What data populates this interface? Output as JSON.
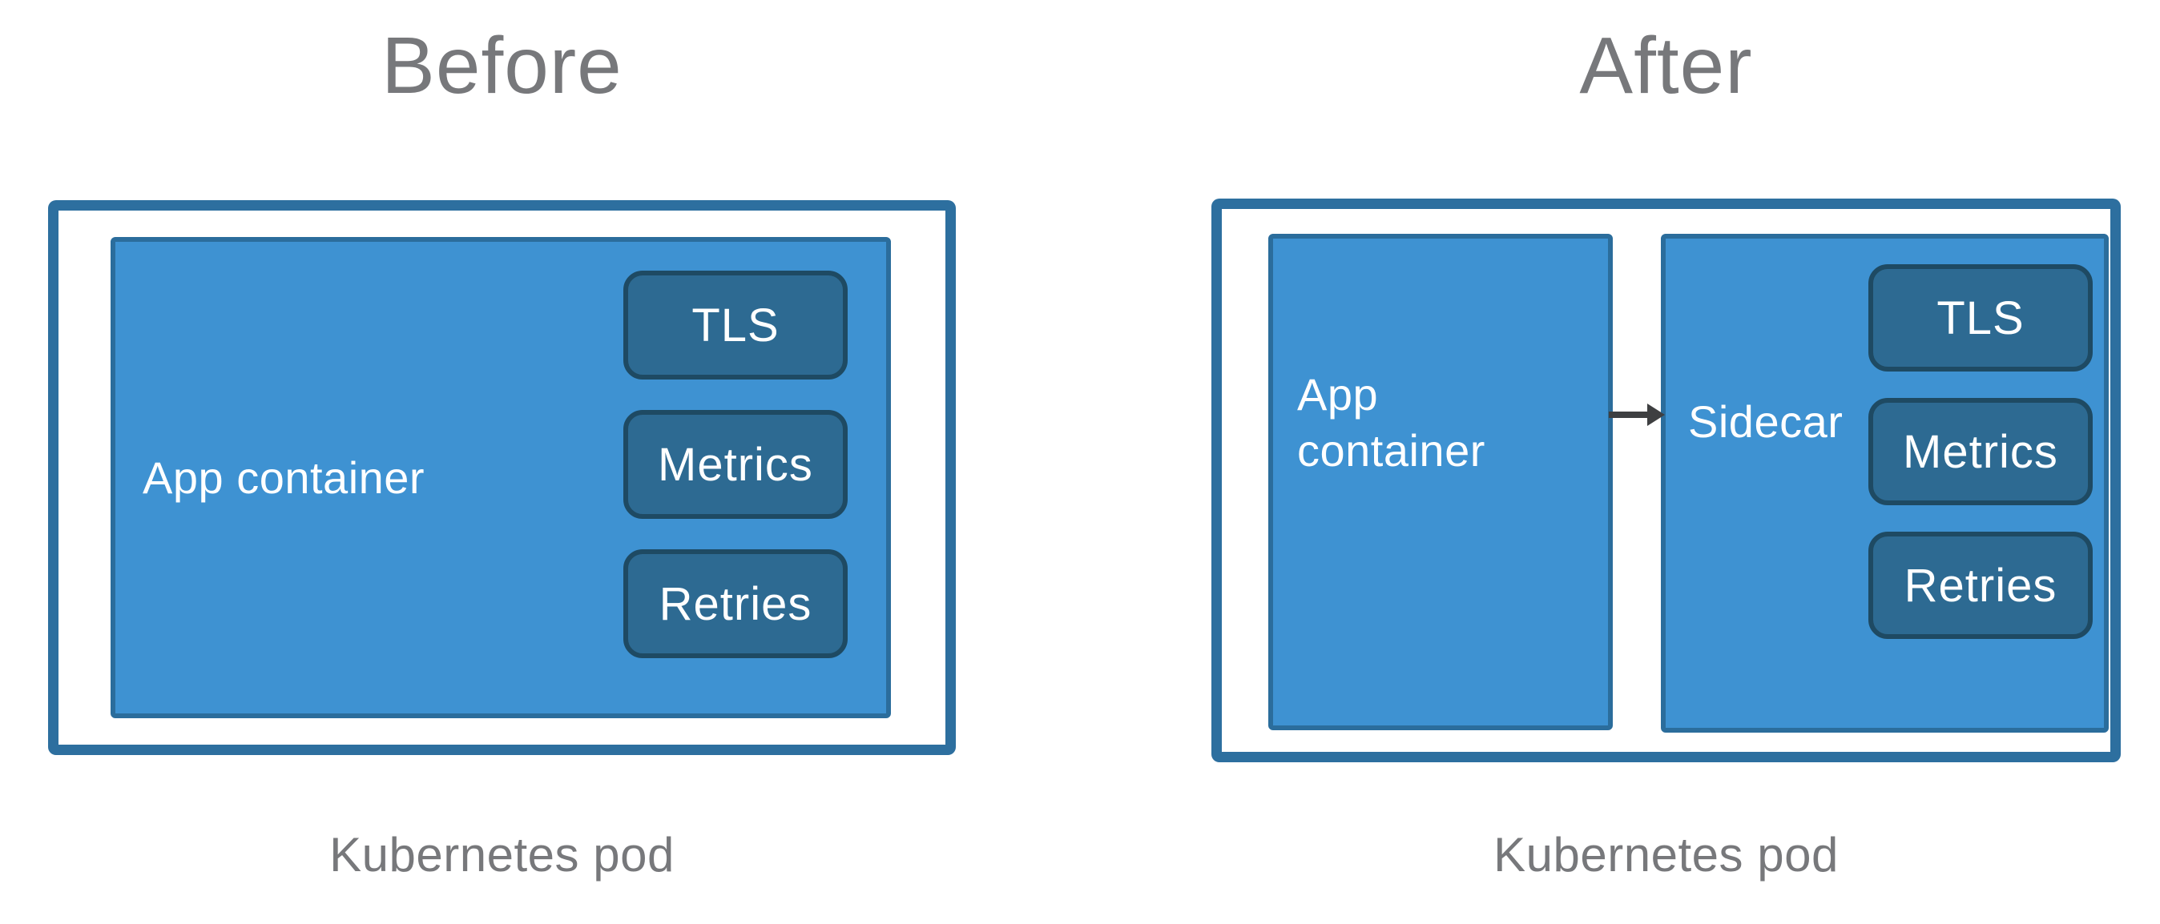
{
  "colors": {
    "background": "#ffffff",
    "pod_border": "#2d6f9f",
    "container_fill": "#3e92d2",
    "container_border": "#2b6d9c",
    "pill_fill": "#2d6a92",
    "pill_border": "#1e4a63",
    "label_gray": "#77787b",
    "label_white": "#ffffff",
    "arrow": "#3e3f41"
  },
  "before_panel": {
    "title": "Before",
    "app_container_label": "App container",
    "features": [
      "TLS",
      "Metrics",
      "Retries"
    ],
    "pod_label": "Kubernetes pod"
  },
  "after_panel": {
    "title": "After",
    "app_container_label": "App container",
    "sidecar_label": "Sidecar",
    "features": [
      "TLS",
      "Metrics",
      "Retries"
    ],
    "pod_label": "Kubernetes pod"
  },
  "icons": {
    "arrow_right": {
      "name": "arrow-right",
      "color": "#3e3f41"
    }
  }
}
